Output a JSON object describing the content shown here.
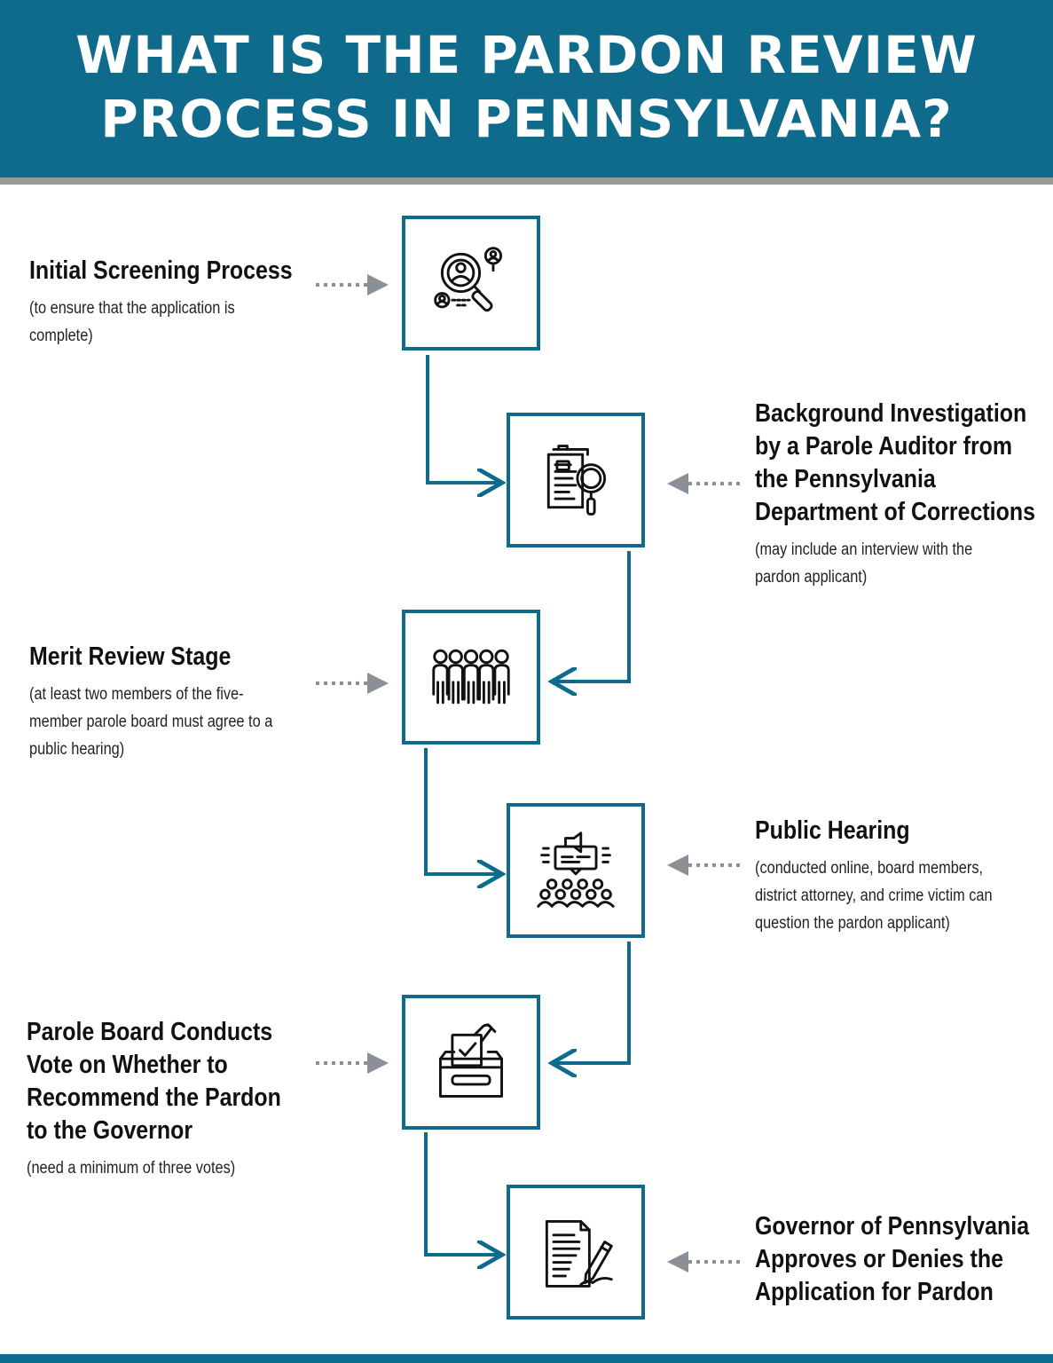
{
  "title": {
    "line1": "WHAT IS THE PARDON REVIEW",
    "line2": "PROCESS IN PENNSYLVANIA?"
  },
  "colors": {
    "brand_teal": "#0f6b8c",
    "rule_gray": "#9a9a9a",
    "dotted_arrow_gray": "#8a9096"
  },
  "steps": [
    {
      "title_lines": [
        "Initial Screening Process"
      ],
      "note_lines": [
        "(to ensure that the application is",
        "complete)"
      ],
      "icon": "magnifier-people-search-icon"
    },
    {
      "title_lines": [
        "Background Investigation",
        "by a Parole Auditor from",
        "the Pennsylvania",
        "Department of Corrections"
      ],
      "note_lines": [
        "(may include an interview with the",
        "pardon applicant)"
      ],
      "icon": "document-magnifier-icon"
    },
    {
      "title_lines": [
        "Merit Review Stage"
      ],
      "note_lines": [
        "(at least two members of the five-",
        "member parole board must agree to a",
        "public hearing)"
      ],
      "icon": "group-of-people-icon"
    },
    {
      "title_lines": [
        "Public Hearing"
      ],
      "note_lines": [
        "(conducted online, board members,",
        "district attorney, and crime victim can",
        "question the pardon applicant)"
      ],
      "icon": "audience-megaphone-screen-icon"
    },
    {
      "title_lines": [
        "Parole Board Conducts",
        "Vote on Whether to",
        "Recommend the Pardon",
        "to the Governor"
      ],
      "note_lines": [
        "(need a minimum of three votes)"
      ],
      "icon": "ballot-box-icon"
    },
    {
      "title_lines": [
        "Governor of Pennsylvania",
        "Approves or Denies the",
        "Application for Pardon"
      ],
      "note_lines": [],
      "icon": "document-signing-pen-icon"
    }
  ]
}
